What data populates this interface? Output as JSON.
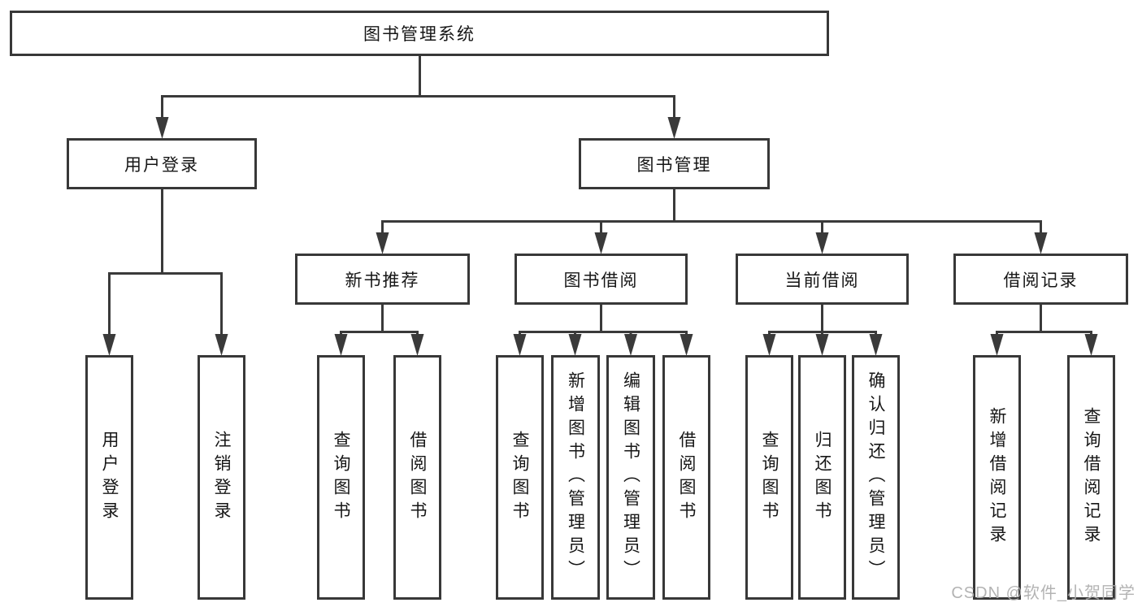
{
  "tree": {
    "label": "图书管理系统",
    "children": [
      {
        "label": "用户登录",
        "children": [
          {
            "label": "用户登录"
          },
          {
            "label": "注销登录"
          }
        ]
      },
      {
        "label": "图书管理",
        "children": [
          {
            "label": "新书推荐",
            "children": [
              {
                "label": "查询图书"
              },
              {
                "label": "借阅图书"
              }
            ]
          },
          {
            "label": "图书借阅",
            "children": [
              {
                "label": "查询图书"
              },
              {
                "label": "新增图书（管理员）"
              },
              {
                "label": "编辑图书（管理员）"
              },
              {
                "label": "借阅图书"
              }
            ]
          },
          {
            "label": "当前借阅",
            "children": [
              {
                "label": "查询图书"
              },
              {
                "label": "归还图书"
              },
              {
                "label": "确认归还（管理员）"
              }
            ]
          },
          {
            "label": "借阅记录",
            "children": [
              {
                "label": "新增借阅记录"
              },
              {
                "label": "查询借阅记录"
              }
            ]
          }
        ]
      }
    ]
  },
  "watermark": "CSDN @软件_小贺同学",
  "colors": {
    "line": "#3a3a3a",
    "box_border": "#383838",
    "text": "#161616",
    "watermark": "#adadad",
    "background": "#ffffff"
  }
}
